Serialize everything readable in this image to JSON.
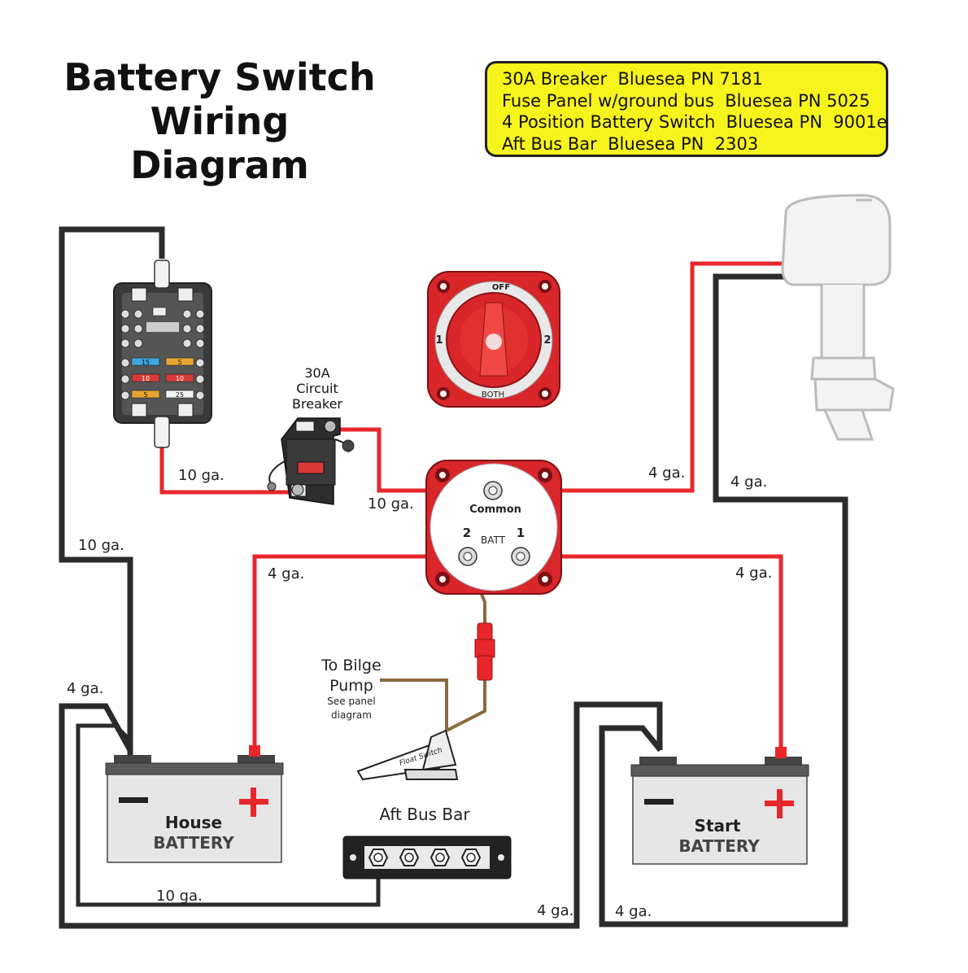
{
  "title_lines": [
    "Battery Switch",
    "Wiring",
    "Diagram"
  ],
  "parts_list": [
    "30A Breaker  Bluesea PN 7181",
    "Fuse Panel w/ground bus  Bluesea PN 5025",
    "4 Position Battery Switch  Bluesea PN  9001e",
    "Aft Bus Bar  Bluesea PN  2303"
  ],
  "breaker_label": [
    "30A",
    "Circuit",
    "Breaker"
  ],
  "switch": {
    "off": "OFF",
    "pos1": "1",
    "pos2": "2",
    "both": "BOTH"
  },
  "busbar_switch": {
    "common": "Common",
    "batt": "BATT",
    "pos1": "1",
    "pos2": "2"
  },
  "bilge": {
    "line1": "To Bilge",
    "line2": "Pump",
    "note1": "See panel",
    "note2": "diagram",
    "float_switch": "Float Switch"
  },
  "aft_bus_bar": "Aft Bus Bar",
  "house_battery": {
    "line1": "House",
    "line2": "BATTERY"
  },
  "start_battery": {
    "line1": "Start",
    "line2": "BATTERY"
  },
  "fuse_panel_fuses": [
    "15",
    "5",
    "10",
    "10",
    "5",
    "25"
  ],
  "gauges": {
    "fuse_to_breaker": "10 ga.",
    "breaker_to_common": "10 ga.",
    "common_to_motor": "4 ga.",
    "motor_ground": "4 ga.",
    "fuse_ground": "10 ga.",
    "batt2_to_house": "4 ga.",
    "batt1_to_start": "4 ga.",
    "house_neg": "4 ga.",
    "busbar_to_house": "10 ga.",
    "bottom_ground_left": "4 ga.",
    "start_neg": "4 ga."
  },
  "colors": {
    "positive_wire": "#e8262b",
    "negative_wire": "#2b2b2b",
    "bilge_wire": "#8a6a3e",
    "parts_box": "#f7f41c",
    "switch_red": "#d9262b"
  }
}
